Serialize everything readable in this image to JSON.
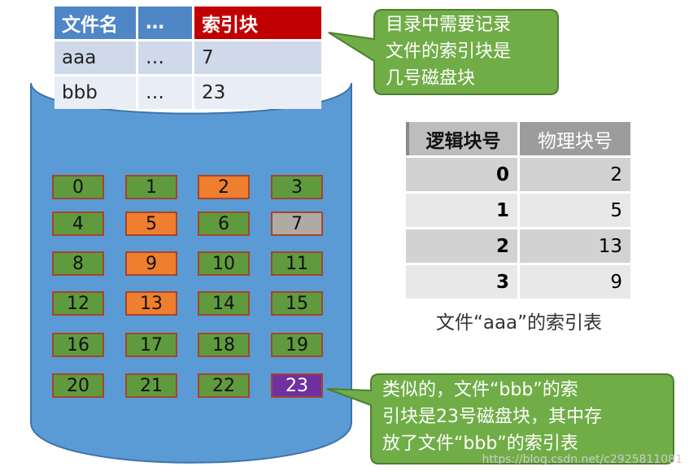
{
  "directory_table": {
    "headers": [
      "文件名",
      "…",
      "索引块"
    ],
    "rows": [
      [
        "aaa",
        "…",
        "7"
      ],
      [
        "bbb",
        "…",
        "23"
      ]
    ],
    "highlight_header_color": "#c00000",
    "header_color": "#4f86c6"
  },
  "disk_blocks": [
    {
      "label": "0",
      "color": "green"
    },
    {
      "label": "1",
      "color": "green"
    },
    {
      "label": "2",
      "color": "orange"
    },
    {
      "label": "3",
      "color": "green"
    },
    {
      "label": "4",
      "color": "green"
    },
    {
      "label": "5",
      "color": "orange"
    },
    {
      "label": "6",
      "color": "green"
    },
    {
      "label": "7",
      "color": "gray"
    },
    {
      "label": "8",
      "color": "green"
    },
    {
      "label": "9",
      "color": "orange"
    },
    {
      "label": "10",
      "color": "green"
    },
    {
      "label": "11",
      "color": "green"
    },
    {
      "label": "12",
      "color": "green"
    },
    {
      "label": "13",
      "color": "orange"
    },
    {
      "label": "14",
      "color": "green"
    },
    {
      "label": "15",
      "color": "green"
    },
    {
      "label": "16",
      "color": "green"
    },
    {
      "label": "17",
      "color": "green"
    },
    {
      "label": "18",
      "color": "green"
    },
    {
      "label": "19",
      "color": "green"
    },
    {
      "label": "20",
      "color": "green"
    },
    {
      "label": "21",
      "color": "green"
    },
    {
      "label": "22",
      "color": "green"
    },
    {
      "label": "23",
      "color": "purple"
    }
  ],
  "index_table": {
    "headers": [
      "逻辑块号",
      "物理块号"
    ],
    "rows": [
      [
        "0",
        "2"
      ],
      [
        "1",
        "5"
      ],
      [
        "2",
        "13"
      ],
      [
        "3",
        "9"
      ]
    ],
    "caption": "文件“aaa”的索引表"
  },
  "callouts": {
    "top": [
      "目录中需要记录",
      "文件的索引块是",
      "几号磁盘块"
    ],
    "bottom": [
      "类似的，文件“bbb”的索",
      "引块是23号磁盘块，其中存",
      "放了文件“bbb”的索引表"
    ]
  },
  "colors": {
    "cylinder": "#5b9bd5",
    "callout": "#70ad47",
    "block_green": "#5f9b3e",
    "block_orange": "#ef7f2e",
    "block_gray": "#b0aaa4",
    "block_purple": "#7030a0"
  },
  "watermark": "https://blog.csdn.net/c2925811081"
}
